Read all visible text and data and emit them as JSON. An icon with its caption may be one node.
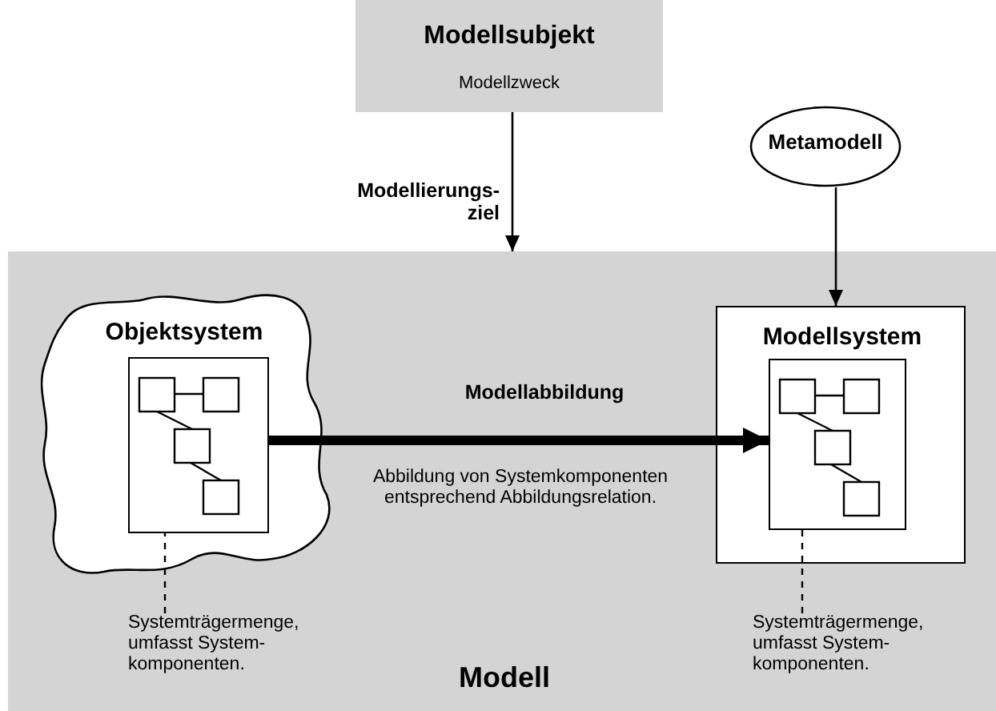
{
  "diagram": {
    "nodes": [
      {
        "text": [
          "Modellsubjekt",
          "Modellzweck"
        ]
      },
      {
        "text": [
          "Metamodell"
        ]
      },
      {
        "text": [
          "Modell"
        ]
      },
      {
        "text": [
          "Objektsystem"
        ],
        "in": 2
      },
      {
        "text": [],
        "shape": "box",
        "in": 3
      },
      {
        "text": [
          "Modellsystem"
        ],
        "in": 2
      },
      {
        "text": [],
        "shape": "box",
        "in": 5
      },
      {
        "text": [
          "Systemträgermenge, umfasst System- komponenten."
        ],
        "in": 2
      },
      {
        "text": [
          "Systemträgermenge, umfasst System- komponenten."
        ],
        "in": 2
      }
    ],
    "edges": [
      {
        "from": 0,
        "to": 2,
        "arrow": "to",
        "label": "Modellierungs- ziel"
      },
      {
        "from": 1,
        "to": 5,
        "arrow": "to"
      },
      {
        "from": 4,
        "to": 6,
        "arrow": "to",
        "label": "Modellabbildung",
        "style": "thick"
      },
      {
        "from": 7,
        "to": 4,
        "arrow": "none",
        "style": "dashed"
      },
      {
        "from": 8,
        "to": 6,
        "arrow": "none",
        "style": "dashed"
      }
    ],
    "labels": [
      "Abbildung von Systemkomponenten entsprechend Abbildungsrelation."
    ]
  }
}
